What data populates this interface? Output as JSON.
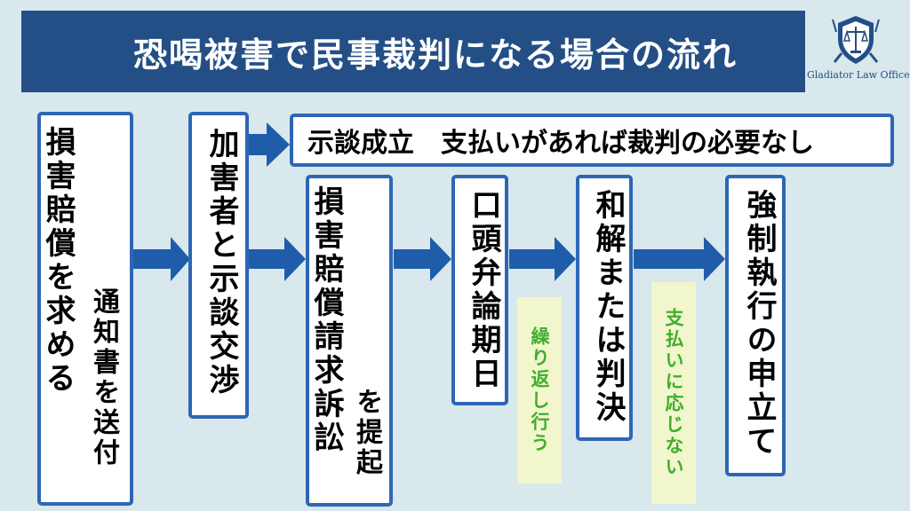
{
  "title": "恐喝被害で民事裁判になる場合の流れ",
  "logo": {
    "text": "Gladiator Law Office",
    "icon": "shield-scales-icon"
  },
  "steps": {
    "notice_main": "損害賠償を求める",
    "notice_sub": "通知書を送付",
    "negotiation": "加害者と示談交渉",
    "settlement": "示談成立　支払いがあれば裁判の必要なし",
    "lawsuit_main": "損害賠償請求訴訟",
    "lawsuit_sub": "を提起",
    "hearing": "口頭弁論期日",
    "judgment": "和解または判決",
    "enforcement": "強制執行の申立て"
  },
  "notes": {
    "repeat": "繰り返し行う",
    "no_payment": "支払いに応じない"
  },
  "colors": {
    "title_bg": "#244f86",
    "box_border": "#2e66b4",
    "arrow": "#1f5dab",
    "note_text": "#3fae2f",
    "note_bg": "#f2f6cc"
  }
}
